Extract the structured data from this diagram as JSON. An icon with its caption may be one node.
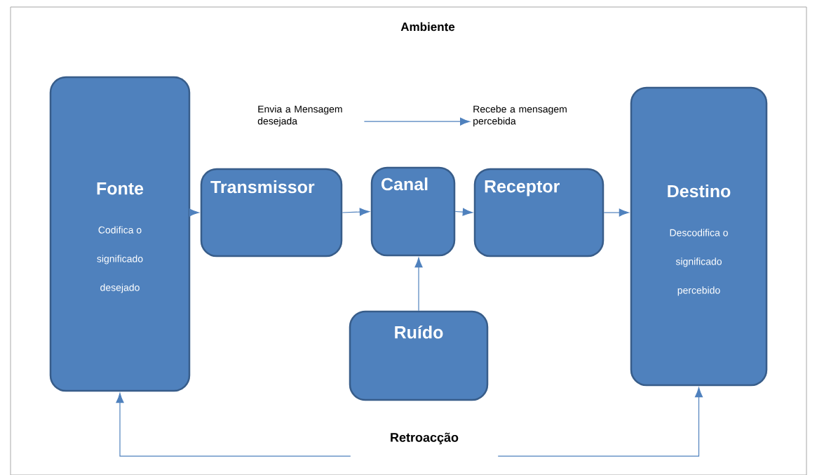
{
  "diagram": {
    "nodes": [
      {
        "text": [
          "Fonte",
          "Codifica o significado desejado"
        ]
      },
      {
        "text": [
          "Transmissor"
        ]
      },
      {
        "text": [
          "Canal"
        ]
      },
      {
        "text": [
          "Receptor"
        ]
      },
      {
        "text": [
          "Destino",
          "Descodifica o significado percebido"
        ]
      },
      {
        "text": [
          "Ruído"
        ]
      },
      {
        "text": [
          "Envia a Mensagem desejada"
        ]
      },
      {
        "text": [
          "Recebe a mensagem percebida"
        ]
      },
      {
        "text": [
          "Retroacção"
        ]
      }
    ],
    "edges": [
      {
        "from": 0,
        "to": 1,
        "arrow": "to"
      },
      {
        "from": 1,
        "to": 2,
        "arrow": "to"
      },
      {
        "from": 2,
        "to": 3,
        "arrow": "to"
      },
      {
        "from": 3,
        "to": 4,
        "arrow": "to"
      },
      {
        "from": 5,
        "to": 2,
        "arrow": "to"
      },
      {
        "from": 6,
        "to": 7,
        "arrow": "to"
      },
      {
        "from": 8,
        "to": 0,
        "arrow": "to"
      },
      {
        "from": 8,
        "to": 4,
        "arrow": "to"
      }
    ],
    "labels": [
      "Ambiente"
    ]
  }
}
